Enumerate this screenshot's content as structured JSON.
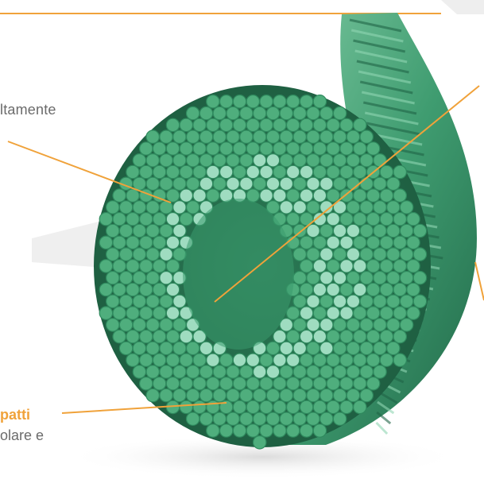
{
  "labels": {
    "top_fragment": "ltamente",
    "bottom_bold_fragment": "patti",
    "bottom_text_fragment": "olare e"
  },
  "colors": {
    "accent_orange": "#f0a23a",
    "label_gray": "#6b6b6b",
    "fiber_dark": "#2f8a5e",
    "fiber_mid": "#4fae7d",
    "fiber_light": "#9fdcc0"
  }
}
